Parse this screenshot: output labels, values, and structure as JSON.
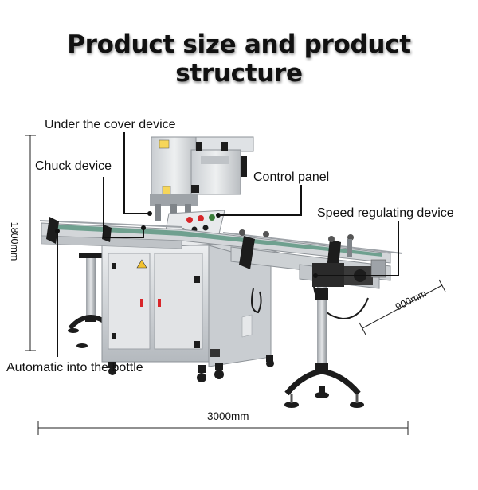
{
  "title": "Product size and product structure",
  "labels": {
    "under_cover": "Under the cover device",
    "chuck": "Chuck device",
    "control_panel": "Control panel",
    "speed": "Speed regulating device",
    "auto_bottle": "Automatic into the bottle"
  },
  "dimensions": {
    "height": "1800mm",
    "depth": "900mm",
    "length": "3000mm"
  },
  "colors": {
    "steel_light": "#e3e5e7",
    "steel_mid": "#c4c8cc",
    "steel_dark": "#8e9398",
    "black_parts": "#1c1c1c",
    "conveyor_belt": "#6fa08f",
    "red_button": "#d8262a"
  }
}
